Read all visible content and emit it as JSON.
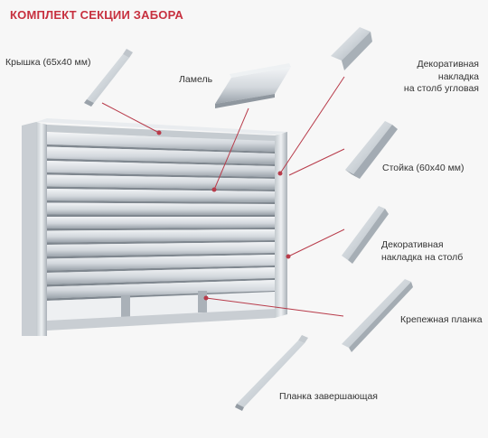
{
  "title": "КОМПЛЕКТ СЕКЦИИ ЗАБОРА",
  "colors": {
    "accent": "#c7303f",
    "metal_light": "#dde1e5",
    "metal_mid": "#b9bfc5",
    "metal_dark": "#8d959d"
  },
  "labels": {
    "cap": "Крышка (65х40 мм)",
    "lamel": "Ламель",
    "corner_overlay_1": "Декоративная",
    "corner_overlay_2": "накладка",
    "corner_overlay_3": "на столб угловая",
    "post": "Стойка (60х40 мм)",
    "post_overlay_1": "Декоративная",
    "post_overlay_2": "накладка на столб",
    "mount_strip": "Крепежная планка",
    "finish_strip": "Планка завершающая"
  }
}
